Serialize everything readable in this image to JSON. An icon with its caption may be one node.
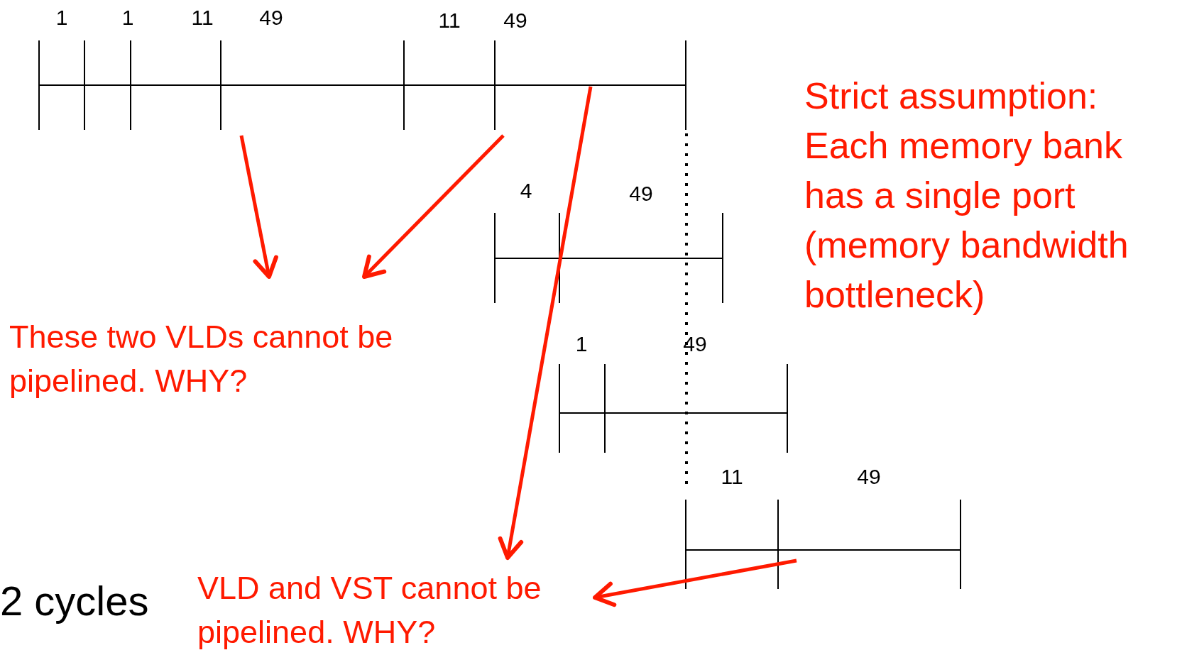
{
  "diagram": {
    "nodes": [
      {
        "text": [
          "These two VLDs cannot be pipelined. WHY?"
        ]
      },
      {
        "text": [
          "VLD and VST cannot be pipelined. WHY?"
        ]
      }
    ],
    "edges": [
      {
        "from": null,
        "to": 0,
        "arrow": "to"
      },
      {
        "from": null,
        "to": 0,
        "arrow": "to"
      },
      {
        "from": null,
        "to": 1,
        "arrow": "to"
      },
      {
        "from": null,
        "to": 1,
        "arrow": "to"
      }
    ],
    "labels": [
      "1",
      "1",
      "11",
      "49",
      "11",
      "49",
      "Strict assumption: Each memory bank has a single port (memory bandwidth bottleneck)",
      "4",
      "49",
      "1",
      "49",
      "11",
      "49",
      "2 cycles"
    ]
  }
}
